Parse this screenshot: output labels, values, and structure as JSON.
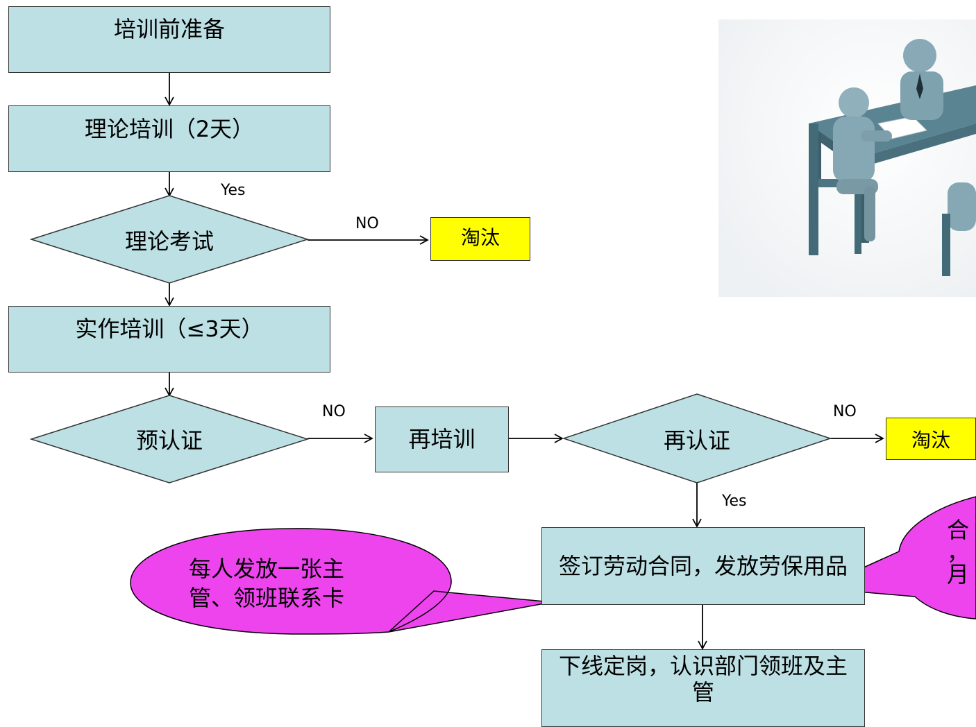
{
  "nodes": {
    "prep": "培训前准备",
    "theory_training": "理论培训（2天）",
    "theory_exam": "理论考试",
    "eliminate_1": "淘汰",
    "practical_training": "实作培训（≤3天）",
    "pre_cert": "预认证",
    "retrain": "再培训",
    "recert": "再认证",
    "eliminate_2": "淘汰",
    "contract": "签订劳动合同，发放劳保用品",
    "assign": "下线定岗，认识部门领班及主管"
  },
  "edge_labels": {
    "yes_1": "Yes",
    "no_1": "NO",
    "no_2": "NO",
    "no_3": "NO",
    "yes_2": "Yes"
  },
  "callouts": {
    "left": "每人发放一张主\n管、领班联系卡",
    "right": "合\n，\n月"
  },
  "colors": {
    "box_fill": "#bde0e4",
    "eliminate_fill": "#ffff00",
    "callout_fill": "#ee44ee"
  },
  "image": {
    "icon": "business-meeting-illustration"
  }
}
